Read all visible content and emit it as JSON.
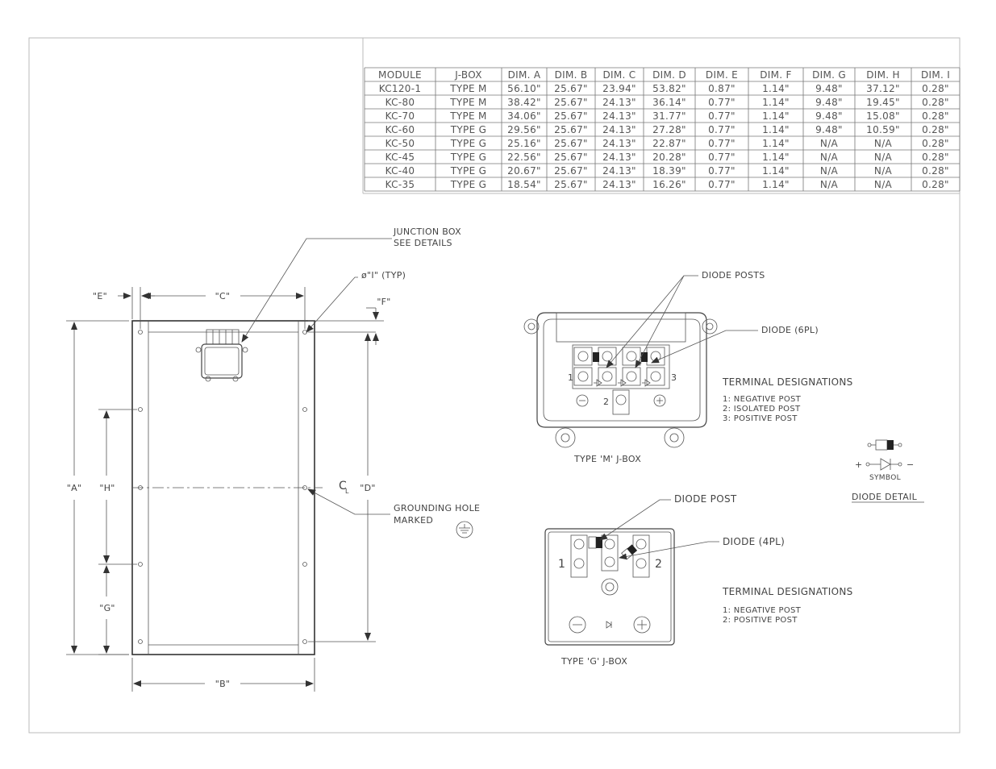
{
  "table": {
    "headers": [
      "MODULE",
      "J-BOX",
      "DIM. A",
      "DIM. B",
      "DIM. C",
      "DIM. D",
      "DIM. E",
      "DIM. F",
      "DIM. G",
      "DIM. H",
      "DIM. I"
    ],
    "rows": [
      [
        "KC120-1",
        "TYPE M",
        "56.10\"",
        "25.67\"",
        "23.94\"",
        "53.82\"",
        "0.87\"",
        "1.14\"",
        "9.48\"",
        "37.12\"",
        "0.28\""
      ],
      [
        "KC-80",
        "TYPE M",
        "38.42\"",
        "25.67\"",
        "24.13\"",
        "36.14\"",
        "0.77\"",
        "1.14\"",
        "9.48\"",
        "19.45\"",
        "0.28\""
      ],
      [
        "KC-70",
        "TYPE M",
        "34.06\"",
        "25.67\"",
        "24.13\"",
        "31.77\"",
        "0.77\"",
        "1.14\"",
        "9.48\"",
        "15.08\"",
        "0.28\""
      ],
      [
        "KC-60",
        "TYPE G",
        "29.56\"",
        "25.67\"",
        "24.13\"",
        "27.28\"",
        "0.77\"",
        "1.14\"",
        "9.48\"",
        "10.59\"",
        "0.28\""
      ],
      [
        "KC-50",
        "TYPE G",
        "25.16\"",
        "25.67\"",
        "24.13\"",
        "22.87\"",
        "0.77\"",
        "1.14\"",
        "N/A",
        "N/A",
        "0.28\""
      ],
      [
        "KC-45",
        "TYPE G",
        "22.56\"",
        "25.67\"",
        "24.13\"",
        "20.28\"",
        "0.77\"",
        "1.14\"",
        "N/A",
        "N/A",
        "0.28\""
      ],
      [
        "KC-40",
        "TYPE G",
        "20.67\"",
        "25.67\"",
        "24.13\"",
        "18.39\"",
        "0.77\"",
        "1.14\"",
        "N/A",
        "N/A",
        "0.28\""
      ],
      [
        "KC-35",
        "TYPE G",
        "18.54\"",
        "25.67\"",
        "24.13\"",
        "16.26\"",
        "0.77\"",
        "1.14\"",
        "N/A",
        "N/A",
        "0.28\""
      ]
    ]
  },
  "module": {
    "junction_box_line1": "JUNCTION BOX",
    "junction_box_line2": "SEE DETAILS",
    "hole_label": "ø\"I\" (TYP)",
    "dim_e": "\"E\"",
    "dim_c": "\"C\"",
    "dim_f": "\"F\"",
    "dim_a": "\"A\"",
    "dim_h": "\"H\"",
    "dim_g": "\"G\"",
    "dim_d": "\"D\"",
    "dim_b": "\"B\"",
    "centerline": "C",
    "centerline_sub": "L",
    "grounding_line1": "GROUNDING HOLE",
    "grounding_line2": "MARKED"
  },
  "jbox_m": {
    "diode_posts": "DIODE POSTS",
    "diode_6pl": "DIODE (6PL)",
    "terminal_title": "TERMINAL DESIGNATIONS",
    "terminals": [
      "1: NEGATIVE POST",
      "2: ISOLATED POST",
      "3: POSITIVE POST"
    ],
    "post_numbers": [
      "1",
      "2",
      "3"
    ],
    "caption": "TYPE 'M' J-BOX"
  },
  "jbox_g": {
    "diode_post": "DIODE POST",
    "diode_4pl": "DIODE (4PL)",
    "terminal_title": "TERMINAL DESIGNATIONS",
    "terminals": [
      "1: NEGATIVE POST",
      "2: POSITIVE POST"
    ],
    "post_numbers": [
      "1",
      "2"
    ],
    "caption": "TYPE 'G' J-BOX"
  },
  "diode_detail": {
    "plus": "+",
    "minus": "−",
    "symbol": "SYMBOL",
    "caption": "DIODE DETAIL"
  }
}
